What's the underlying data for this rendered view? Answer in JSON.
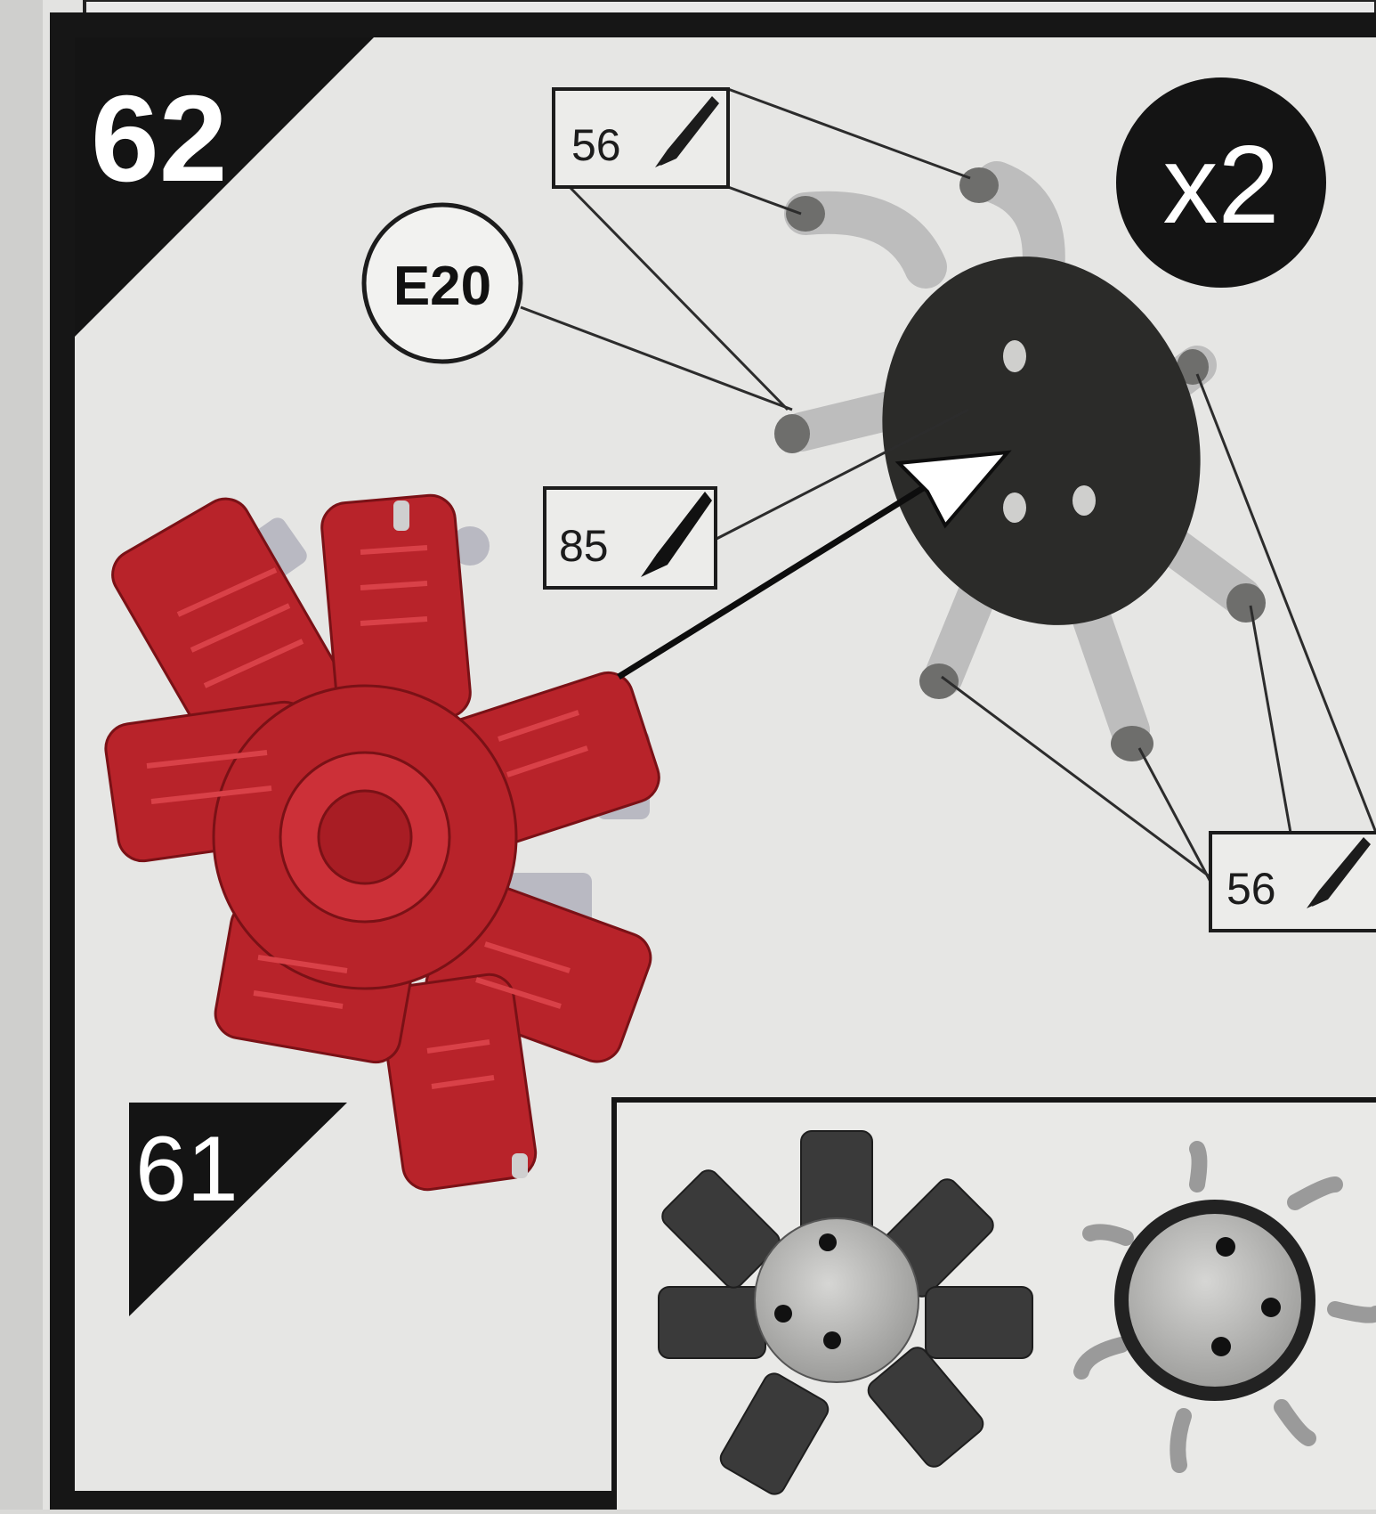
{
  "steps": {
    "current": "62",
    "previous": "61"
  },
  "quantity": "x2",
  "part_callout": "E20",
  "paint_callouts": {
    "top": "56",
    "middle": "85",
    "bottom_right": "56"
  },
  "icons": [
    "paintbrush-icon",
    "assembly-arrow-icon"
  ],
  "colors": {
    "page_background": "#e4e4e2",
    "frame_dark": "#161616",
    "engine_red": "#b8232a",
    "cylinder_gray": "#c9c9c9",
    "crankcase_dark": "#2a2a28"
  }
}
